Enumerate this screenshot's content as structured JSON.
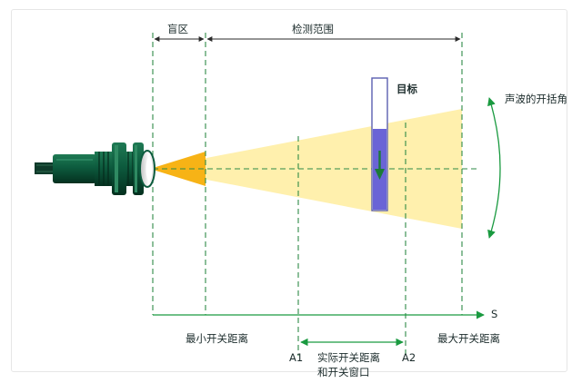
{
  "labels": {
    "blind_zone": "盲区",
    "detection_range": "检测范围",
    "target": "目标",
    "beam_angle": "声波的开括角",
    "axis_s": "S",
    "min_distance": "最小开关距离",
    "max_distance": "最大开关距离",
    "a1": "A1",
    "a2": "A2",
    "window_line1": "实际开关距离",
    "window_line2": "和开关窗口"
  },
  "colors": {
    "background": "#ffffff",
    "beam": "#fff0ad",
    "blind_beam": "#f7b316",
    "sensor_body": "#0d5b3e",
    "sensor_dark": "#063826",
    "guide": "#2e8a46",
    "target_fill": "#6a64d6",
    "arrow_green": "#1a9a40",
    "text": "#1c2c2c"
  },
  "icons": {
    "sensor": "ultrasonic-sensor-icon",
    "target_arrow": "down-arrow-icon"
  }
}
